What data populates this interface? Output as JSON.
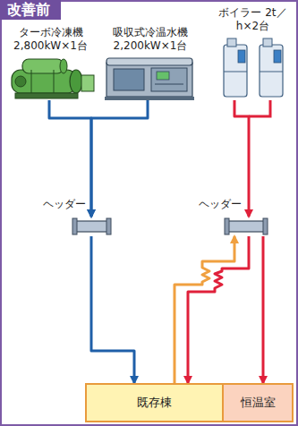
{
  "diagram": {
    "title": "改善前",
    "nodes": [
      {
        "text": [
          "ターボ冷凍機 2,800kW×1台"
        ]
      },
      {
        "text": [
          "吸収式冷温水機 2,200kW×1台"
        ]
      },
      {
        "text": [
          "ボイラー 2t／h×2台"
        ]
      },
      {
        "text": [
          "ヘッダー"
        ]
      },
      {
        "text": [
          "ヘッダー"
        ]
      },
      {
        "text": [
          "既存棟"
        ]
      },
      {
        "text": [
          "恒温室"
        ]
      }
    ],
    "edges": [
      {
        "from": 0,
        "to": 3,
        "arrow": "to"
      },
      {
        "from": 1,
        "to": 3,
        "arrow": "to"
      },
      {
        "from": 2,
        "to": 4,
        "arrow": "to"
      },
      {
        "from": 3,
        "to": 5,
        "arrow": "to"
      },
      {
        "from": 4,
        "to": 5,
        "arrow": "to"
      },
      {
        "from": 4,
        "to": 6,
        "arrow": "to"
      },
      {
        "from": 5,
        "to": 4,
        "arrow": "to"
      }
    ]
  }
}
